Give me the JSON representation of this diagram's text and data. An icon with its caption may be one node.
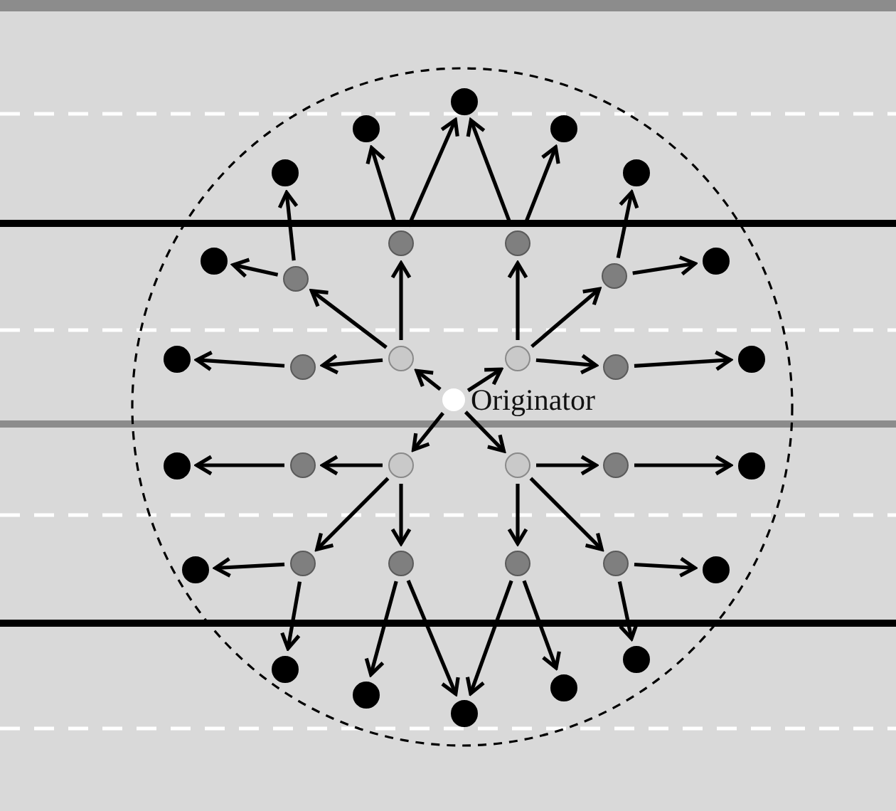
{
  "diagram": {
    "nodes": [
      {
        "text": [],
        "shape": "circle",
        "beside": [
          "Originator"
        ]
      },
      {
        "text": [],
        "shape": "circle"
      },
      {
        "text": [],
        "shape": "circle"
      },
      {
        "text": [],
        "shape": "circle"
      },
      {
        "text": [],
        "shape": "circle"
      },
      {
        "text": [],
        "shape": "circle"
      },
      {
        "text": [],
        "shape": "circle"
      },
      {
        "text": [],
        "shape": "circle"
      },
      {
        "text": [],
        "shape": "circle"
      },
      {
        "text": [],
        "shape": "circle"
      },
      {
        "text": [],
        "shape": "circle"
      },
      {
        "text": [],
        "shape": "circle"
      },
      {
        "text": [],
        "shape": "circle"
      },
      {
        "text": [],
        "shape": "circle"
      },
      {
        "text": [],
        "shape": "circle"
      },
      {
        "text": [],
        "shape": "circle"
      },
      {
        "text": [],
        "shape": "circle"
      },
      {
        "text": [],
        "shape": "circle"
      },
      {
        "text": [],
        "shape": "circle"
      },
      {
        "text": [],
        "shape": "circle"
      },
      {
        "text": [],
        "shape": "circle"
      },
      {
        "text": [],
        "shape": "circle"
      },
      {
        "text": [],
        "shape": "circle"
      },
      {
        "text": [],
        "shape": "circle"
      },
      {
        "text": [],
        "shape": "circle"
      },
      {
        "text": [],
        "shape": "circle"
      },
      {
        "text": [],
        "shape": "circle"
      },
      {
        "text": [],
        "shape": "circle"
      },
      {
        "text": [],
        "shape": "circle"
      },
      {
        "text": [],
        "shape": "circle"
      },
      {
        "text": [],
        "shape": "circle"
      },
      {
        "text": [],
        "shape": "circle"
      },
      {
        "text": [],
        "shape": "circle"
      },
      {
        "text": [],
        "shape": "circle"
      },
      {
        "text": [],
        "shape": "circle"
      }
    ],
    "edges": [
      {
        "from": 0,
        "to": 1,
        "arrow": "to"
      },
      {
        "from": 0,
        "to": 2,
        "arrow": "to"
      },
      {
        "from": 0,
        "to": 3,
        "arrow": "to"
      },
      {
        "from": 0,
        "to": 4,
        "arrow": "to"
      },
      {
        "from": 1,
        "to": 9,
        "arrow": "to"
      },
      {
        "from": 1,
        "to": 5,
        "arrow": "to"
      },
      {
        "from": 1,
        "to": 6,
        "arrow": "to"
      },
      {
        "from": 2,
        "to": 7,
        "arrow": "to"
      },
      {
        "from": 2,
        "to": 8,
        "arrow": "to"
      },
      {
        "from": 2,
        "to": 10,
        "arrow": "to"
      },
      {
        "from": 3,
        "to": 11,
        "arrow": "to"
      },
      {
        "from": 3,
        "to": 13,
        "arrow": "to"
      },
      {
        "from": 3,
        "to": 14,
        "arrow": "to"
      },
      {
        "from": 4,
        "to": 12,
        "arrow": "to"
      },
      {
        "from": 4,
        "to": 15,
        "arrow": "to"
      },
      {
        "from": 4,
        "to": 16,
        "arrow": "to"
      },
      {
        "from": 5,
        "to": 22,
        "arrow": "to"
      },
      {
        "from": 5,
        "to": 20,
        "arrow": "to"
      },
      {
        "from": 6,
        "to": 18,
        "arrow": "to"
      },
      {
        "from": 6,
        "to": 17,
        "arrow": "to"
      },
      {
        "from": 7,
        "to": 17,
        "arrow": "to"
      },
      {
        "from": 7,
        "to": 19,
        "arrow": "to"
      },
      {
        "from": 8,
        "to": 21,
        "arrow": "to"
      },
      {
        "from": 8,
        "to": 23,
        "arrow": "to"
      },
      {
        "from": 9,
        "to": 24,
        "arrow": "to"
      },
      {
        "from": 10,
        "to": 25,
        "arrow": "to"
      },
      {
        "from": 11,
        "to": 26,
        "arrow": "to"
      },
      {
        "from": 12,
        "to": 27,
        "arrow": "to"
      },
      {
        "from": 13,
        "to": 28,
        "arrow": "to"
      },
      {
        "from": 13,
        "to": 30,
        "arrow": "to"
      },
      {
        "from": 14,
        "to": 31,
        "arrow": "to"
      },
      {
        "from": 14,
        "to": 32,
        "arrow": "to"
      },
      {
        "from": 15,
        "to": 32,
        "arrow": "to"
      },
      {
        "from": 15,
        "to": 33,
        "arrow": "to"
      },
      {
        "from": 16,
        "to": 29,
        "arrow": "to"
      },
      {
        "from": 16,
        "to": 34,
        "arrow": "to"
      }
    ]
  }
}
